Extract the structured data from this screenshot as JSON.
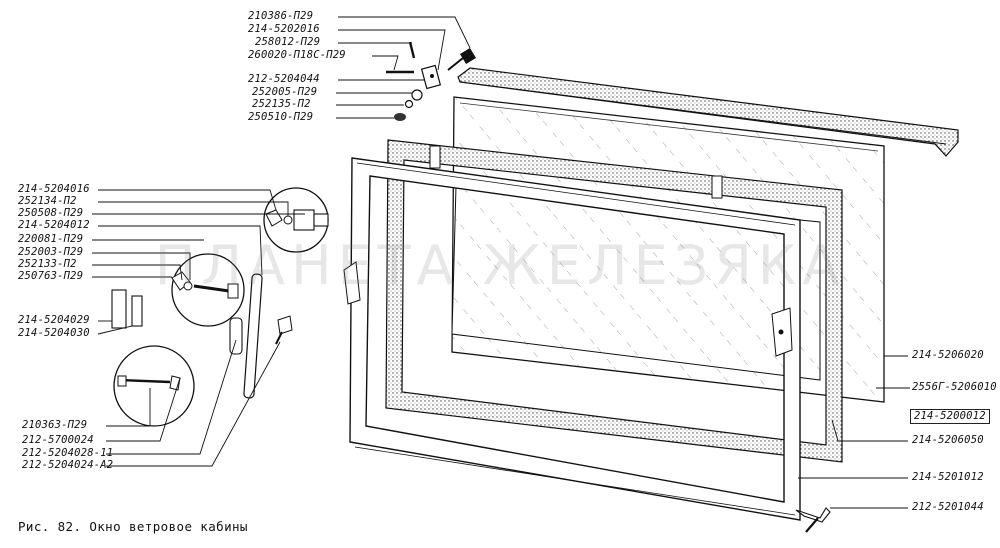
{
  "caption": "Рис. 82. Окно ветровое кабины",
  "watermark": "ПЛАНЕТА ЖЕЛЕЗЯКА",
  "labels": {
    "top_group": [
      "210386-П29",
      "214-5202016",
      "258012-П29",
      "260020-П18С-П29",
      "212-5204044",
      "252005-П29",
      "252135-П2",
      "250510-П29"
    ],
    "left_group": [
      "214-5204016",
      "252134-П2",
      "250508-П29",
      "214-5204012",
      "220081-П29",
      "252003-П29",
      "252133-П2",
      "250763-П29"
    ],
    "clip_group": [
      "214-5204029",
      "214-5204030"
    ],
    "bottom_group": [
      "210363-П29",
      "212-5700024",
      "212-5204028-11",
      "212-5204024-А2"
    ],
    "right_group": [
      "214-5206020",
      "2556Г-5206010",
      "214-5200012",
      "214-5206050",
      "214-5201012",
      "212-5201044"
    ]
  }
}
